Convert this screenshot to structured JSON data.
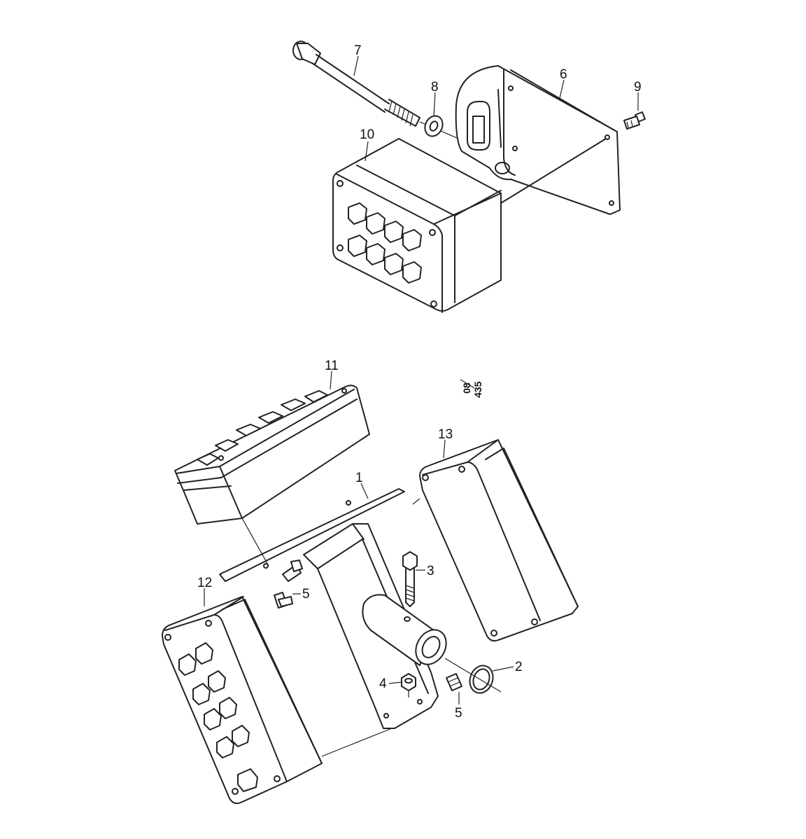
{
  "drawing_code": {
    "top": "08",
    "bottom": "435"
  },
  "callouts": {
    "c1": "1",
    "c2": "2",
    "c3": "3",
    "c4": "4",
    "c5a": "5",
    "c5b": "5",
    "c6": "6",
    "c7": "7",
    "c8": "8",
    "c9": "9",
    "c10": "10",
    "c11": "11",
    "c12": "12",
    "c13": "13"
  }
}
